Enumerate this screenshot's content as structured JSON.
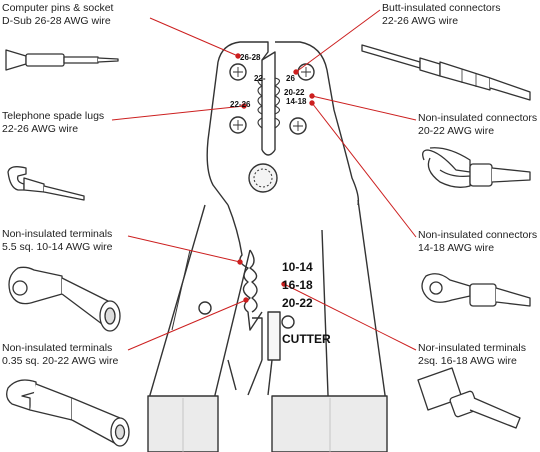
{
  "palette": {
    "callout": "#cc1f1f",
    "outline": "#333333",
    "grip": "#ebebeb",
    "text": "#222222"
  },
  "callouts": {
    "computer_pins": {
      "line1": "Computer pins & socket",
      "line2": "D-Sub 26-28 AWG wire"
    },
    "spade_lugs": {
      "line1": "Telephone spade lugs",
      "line2": "22-26 AWG wire"
    },
    "terminals_55": {
      "line1": "Non-insulated terminals",
      "line2": "5.5 sq. 10-14 AWG wire"
    },
    "terminals_035": {
      "line1": "Non-insulated terminals",
      "line2": "0.35 sq. 20-22 AWG wire"
    },
    "butt_insulated": {
      "line1": "Butt-insulated connectors",
      "line2": "22-26 AWG wire"
    },
    "noninsulated_2022": {
      "line1": "Non-insulated connectors",
      "line2": "20-22 AWG wire"
    },
    "noninsulated_1418": {
      "line1": "Non-insulated connectors",
      "line2": "14-18 AWG wire"
    },
    "nor_insulated": {
      "line1": "Nor-insulated terminals",
      "line2": "2sq. 16-18 AWG wire"
    }
  },
  "tool_labels": {
    "die_26_28": "26-28",
    "die_22_a": "22-",
    "die_26": "26",
    "die_20_22_top": "20-22",
    "die_22_26": "22-26",
    "die_14_18": "14-18",
    "jaw_10_14": "10-14",
    "jaw_16_18": "16-18",
    "jaw_20_22": "20-22",
    "cutter": "CUTTER"
  },
  "icons": [
    "pin-connector-icon",
    "spade-lug-icon",
    "ring-terminal-large-icon",
    "fork-terminal-icon",
    "butt-connector-icon",
    "fork-connector-icon",
    "ring-terminal-icon",
    "flag-terminal-icon"
  ]
}
